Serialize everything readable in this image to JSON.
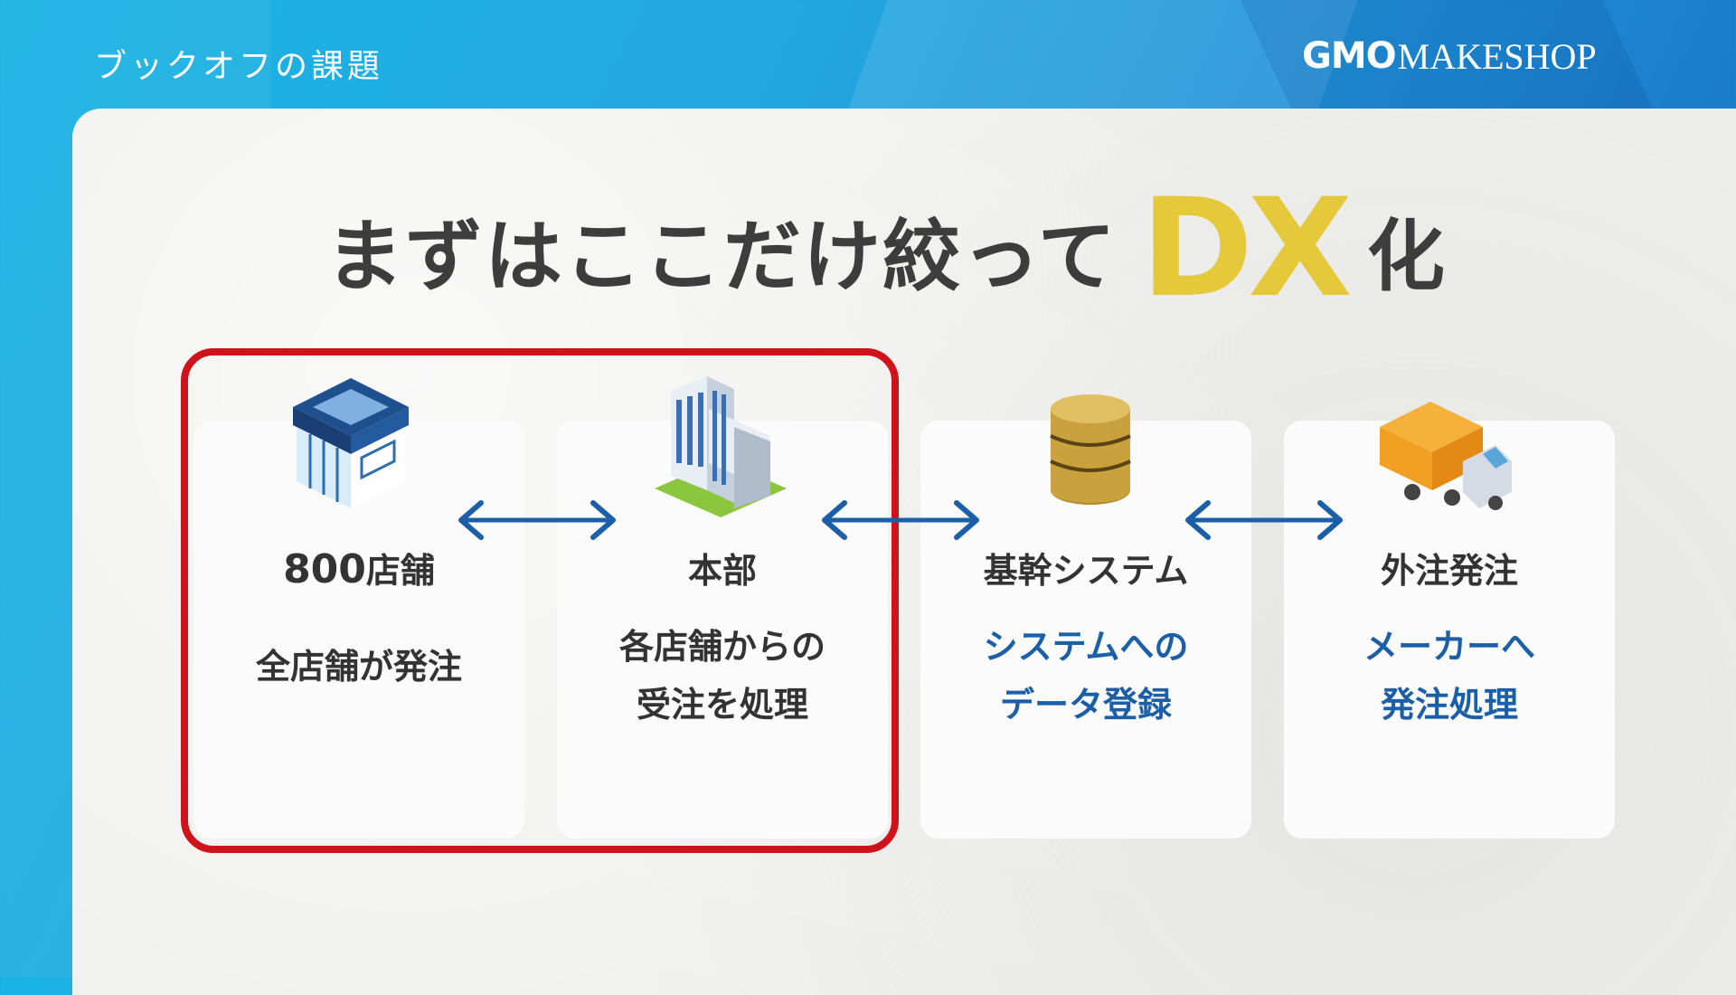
{
  "header": {
    "title": "ブックオフの課題"
  },
  "logo": {
    "brand": "GMO",
    "product": "MAKESHOP"
  },
  "headline": {
    "prefix": "まずはここだけ絞って",
    "highlight": "DX",
    "suffix": "化"
  },
  "colors": {
    "accent_yellow": "#e6c93a",
    "highlight_red": "#d0121b",
    "blue_text": "#1a5fa8",
    "arrow_blue": "#1a5fa8"
  },
  "cards": [
    {
      "icon": "store-icon",
      "label_num": "800",
      "label_text": "店舗",
      "desc": [
        "全店舗が発注"
      ],
      "desc_color": "#333333"
    },
    {
      "icon": "office-building-icon",
      "label_text": "本部",
      "desc": [
        "各店舗からの",
        "受注を処理"
      ],
      "desc_color": "#333333"
    },
    {
      "icon": "database-icon",
      "label_text": "基幹システム",
      "desc": [
        "システムへの",
        "データ登録"
      ],
      "desc_color": "#1a5fa8"
    },
    {
      "icon": "truck-icon",
      "label_text": "外注発注",
      "desc": [
        "メーカーへ",
        "発注処理"
      ],
      "desc_color": "#1a5fa8"
    }
  ],
  "arrows": [
    "double-arrow-icon",
    "double-arrow-icon",
    "double-arrow-icon"
  ]
}
